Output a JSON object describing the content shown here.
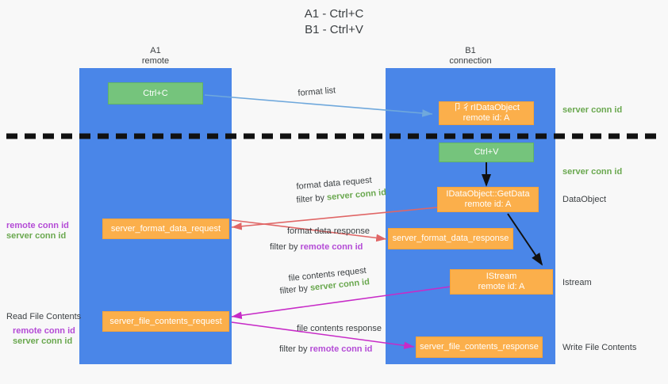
{
  "title": {
    "line1": "A1 - Ctrl+C",
    "line2": "B1 - Ctrl+V"
  },
  "colors": {
    "lane": "#4a86e8",
    "green_box": "#75c47c",
    "orange_box": "#fbaf4b",
    "server_conn_id": "#6aa84f",
    "remote_conn_id": "#b44bd6",
    "format_list_arrow": "#6fa8dc",
    "format_data_arrow": "#e06666",
    "file_contents_arrow": "#c72bc7",
    "black_arrow": "#000000",
    "background": "#f8f8f8",
    "text": "#3c4043"
  },
  "lanes": [
    {
      "name": "A1",
      "sub": "remote"
    },
    {
      "name": "B1",
      "sub": "connection"
    }
  ],
  "boxes": {
    "ctrl_c": {
      "label": "Ctrl+C",
      "kind": "green"
    },
    "idataobject_top": {
      "line1": "卩彳rIDataObject",
      "line2": "remote id: A",
      "kind": "orange"
    },
    "ctrl_v": {
      "label": "Ctrl+V",
      "kind": "green"
    },
    "getdata": {
      "line1": "IDataObject::GetData",
      "line2": "remote id: A",
      "kind": "orange"
    },
    "server_format_data_request": {
      "label": "server_format_data_request",
      "kind": "orange"
    },
    "server_format_data_response": {
      "label": "server_format_data_response",
      "kind": "orange"
    },
    "istream": {
      "line1": "IStream",
      "line2": "remote id: A",
      "kind": "orange"
    },
    "server_file_contents_request": {
      "label": "server_file_contents_request",
      "kind": "orange"
    },
    "server_file_contents_response": {
      "label": "server_file_contents_response",
      "kind": "orange"
    }
  },
  "right_labels": [
    {
      "text": "server conn id",
      "style": "green"
    },
    {
      "text": "server conn id",
      "style": "green"
    },
    {
      "text": "DataObject",
      "style": "plain"
    },
    {
      "text": "Istream",
      "style": "plain"
    },
    {
      "text": "Write File Contents",
      "style": "plain"
    }
  ],
  "left_labels": {
    "group1": [
      {
        "text": "remote conn id",
        "style": "purple"
      },
      {
        "text": "server conn id",
        "style": "green"
      }
    ],
    "read_file_contents": "Read File Contents",
    "group2": [
      {
        "text": "remote conn id",
        "style": "purple"
      },
      {
        "text": "server conn id",
        "style": "green"
      }
    ]
  },
  "edges": {
    "format_list": {
      "label": "format list"
    },
    "format_data_request": {
      "label": "format data request",
      "filter_prefix": "filter by ",
      "filter_value": "server conn id",
      "filter_style": "green"
    },
    "format_data_response": {
      "label": "format data response",
      "filter_prefix": "filter by ",
      "filter_value": "remote conn id",
      "filter_style": "purple"
    },
    "file_contents_request": {
      "label": "file contents request",
      "filter_prefix": "filter by ",
      "filter_value": "server conn id",
      "filter_style": "green"
    },
    "file_contents_response": {
      "label": "file contents response",
      "filter_prefix": "filter by ",
      "filter_value": "remote conn id",
      "filter_style": "purple"
    }
  }
}
